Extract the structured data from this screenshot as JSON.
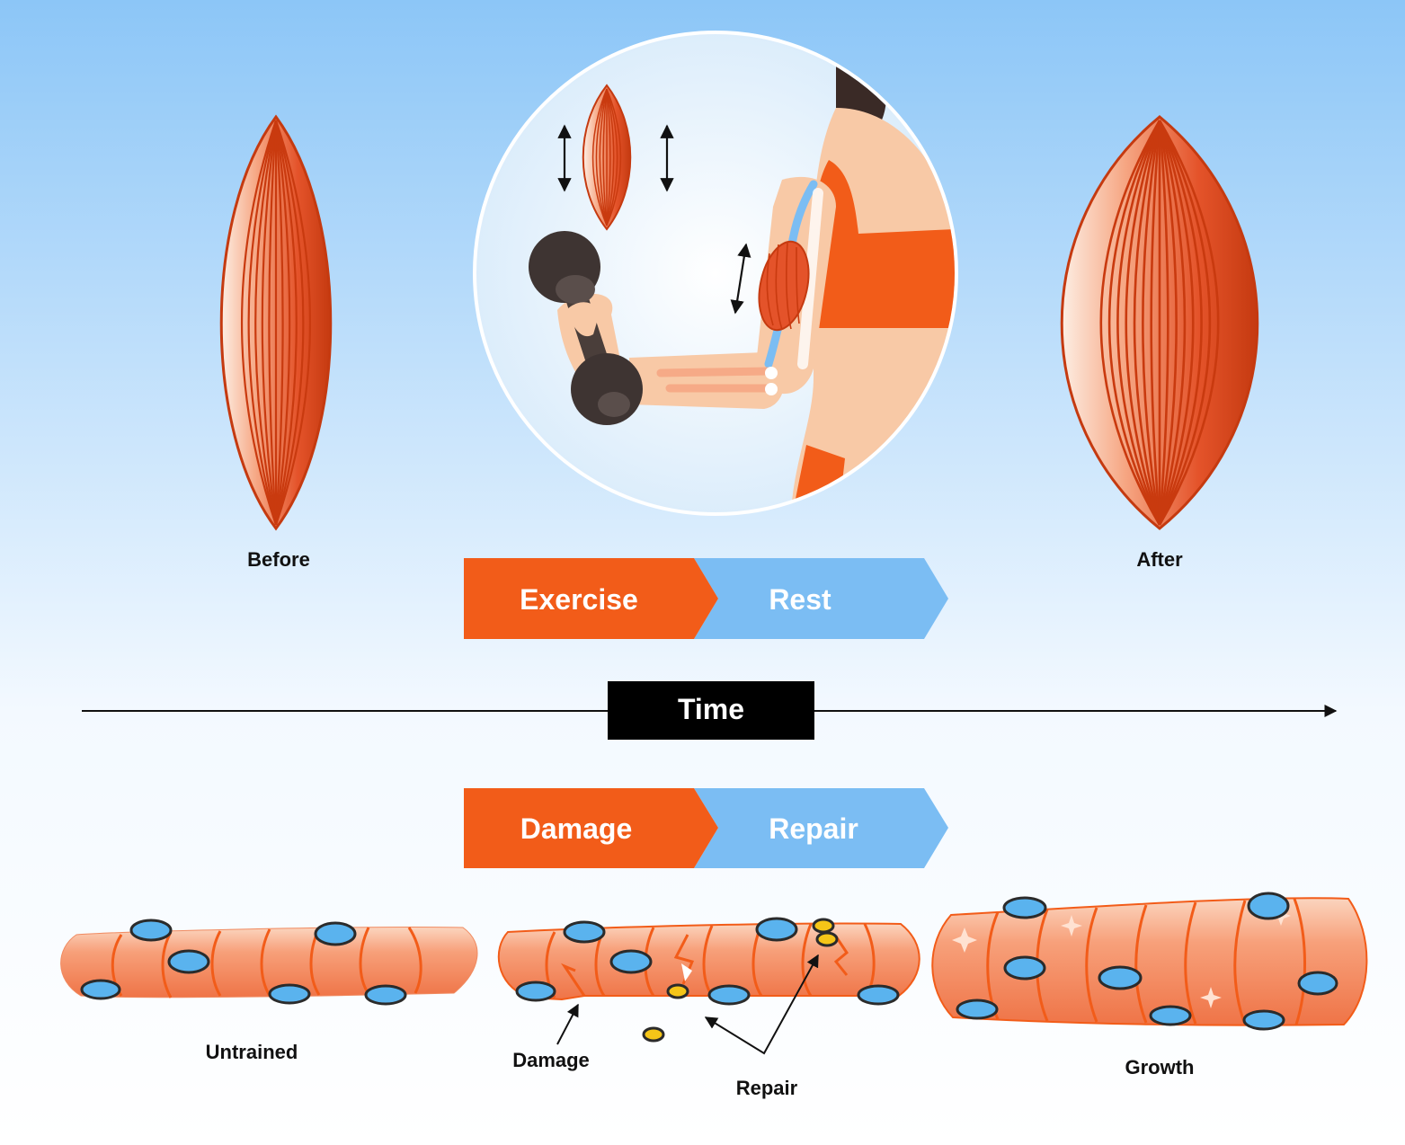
{
  "labels": {
    "before": "Before",
    "after": "After",
    "time": "Time",
    "untrained": "Untrained",
    "damage_pointer": "Damage",
    "repair_pointer": "Repair",
    "growth": "Growth"
  },
  "top_banner": {
    "left": "Exercise",
    "right": "Rest"
  },
  "bottom_banner": {
    "left": "Damage",
    "right": "Repair"
  },
  "colors": {
    "orange": "#f25c19",
    "blue_arrow": "#7bbdf3",
    "muscle_dark": "#c93a0f",
    "muscle_mid": "#e8552a",
    "muscle_light": "#fde6d8",
    "fiber": "#f58a5f",
    "nucleus": "#5ab3ee",
    "repair_cell": "#f5c518",
    "skin": "#f8c9a6",
    "top_sky": "#8cc6f7"
  },
  "icons": [
    "dumbbell-icon",
    "contraction-arrow-icon",
    "time-arrow-icon",
    "sparkle-icon"
  ]
}
